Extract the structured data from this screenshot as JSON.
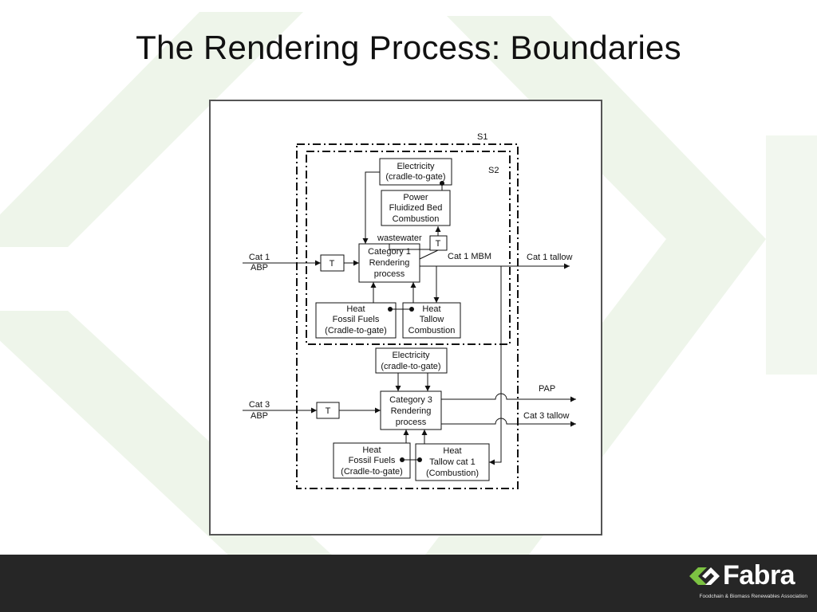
{
  "slide": {
    "title": "The Rendering Process: Boundaries"
  },
  "colors": {
    "background_shape": "#eef5ea",
    "footer": "#262626",
    "brand_green": "#7cc242",
    "frame_border": "#555555"
  },
  "diagram": {
    "boundaries": [
      "S1",
      "S2"
    ],
    "boxes": {
      "electricity_cat1": [
        "Electricity",
        "(cradle-to-gate)"
      ],
      "power_fbc": [
        "Power",
        "Fluidized Bed",
        "Combustion"
      ],
      "transport_wastewater": [
        "T"
      ],
      "transport_cat1_input": [
        "T"
      ],
      "category1_rendering": [
        "Category 1",
        "Rendering",
        "process"
      ],
      "heat_fossil_cat1": [
        "Heat",
        "Fossil Fuels",
        "(Cradle-to-gate)"
      ],
      "heat_tallow_combustion": [
        "Heat",
        "Tallow",
        "Combustion"
      ],
      "electricity_cat3": [
        "Electricity",
        "(cradle-to-gate)"
      ],
      "transport_cat3_input": [
        "T"
      ],
      "category3_rendering": [
        "Category 3",
        "Rendering",
        "process"
      ],
      "heat_fossil_cat3": [
        "Heat",
        "Fossil Fuels",
        "(Cradle-to-gate)"
      ],
      "heat_tallow_cat1": [
        "Heat",
        "Tallow cat 1",
        "(Combustion)"
      ]
    },
    "labels": {
      "cat1_abp": [
        "Cat 1",
        "ABP"
      ],
      "cat3_abp": [
        "Cat 3",
        "ABP"
      ],
      "wastewater": "wastewater",
      "cat1_mbm": "Cat 1 MBM",
      "cat1_tallow": "Cat 1 tallow",
      "pap": "PAP",
      "cat3_tallow": "Cat 3 tallow"
    }
  },
  "brand": {
    "name": "Fabra",
    "tagline": "Foodchain & Biomass Renewables Association"
  }
}
